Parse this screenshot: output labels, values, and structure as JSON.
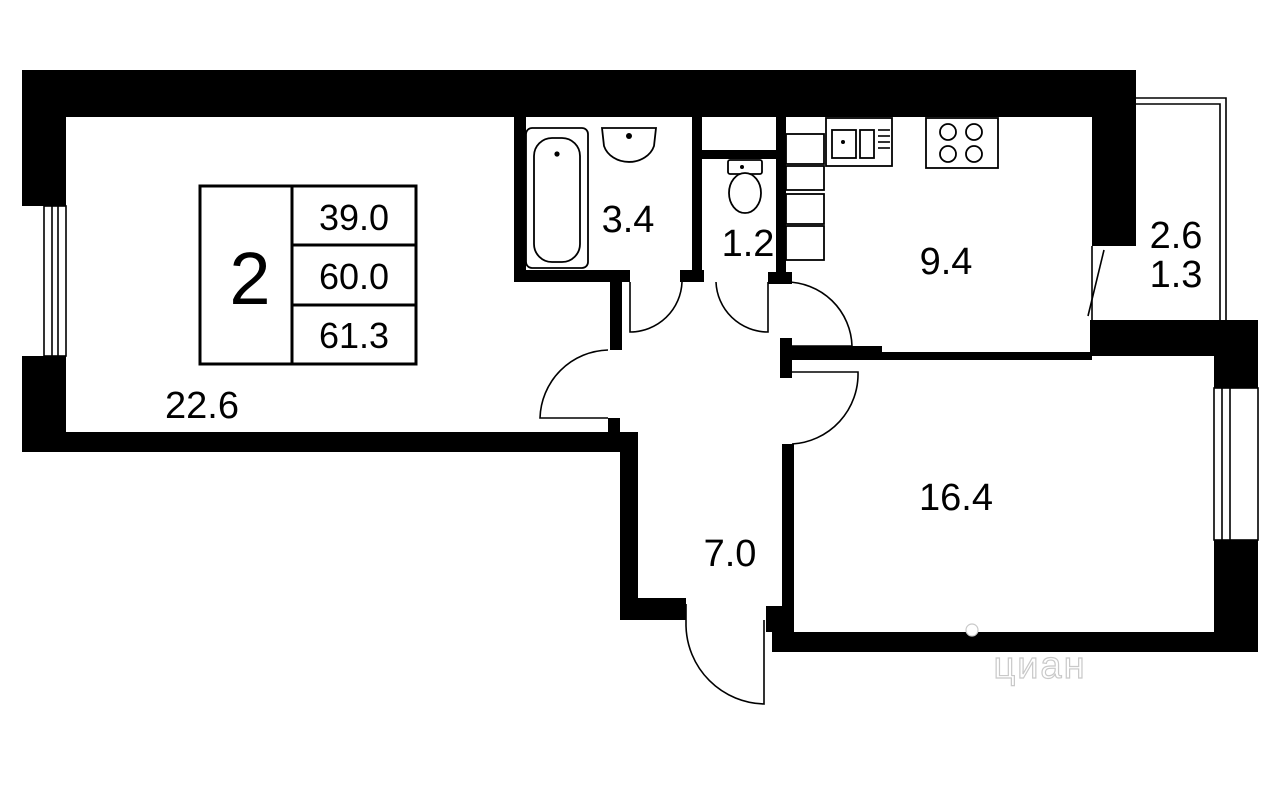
{
  "summary": {
    "rooms_count": "2",
    "areas": [
      "39.0",
      "60.0",
      "61.3"
    ]
  },
  "rooms": [
    {
      "id": "living-room",
      "area": "22.6"
    },
    {
      "id": "bathroom",
      "area": "3.4"
    },
    {
      "id": "toilet",
      "area": "1.2"
    },
    {
      "id": "kitchen",
      "area": "9.4"
    },
    {
      "id": "balcony",
      "area": "2.6",
      "area2": "1.3"
    },
    {
      "id": "bedroom",
      "area": "16.4"
    },
    {
      "id": "hallway",
      "area": "7.0"
    }
  ],
  "watermark": "циан"
}
